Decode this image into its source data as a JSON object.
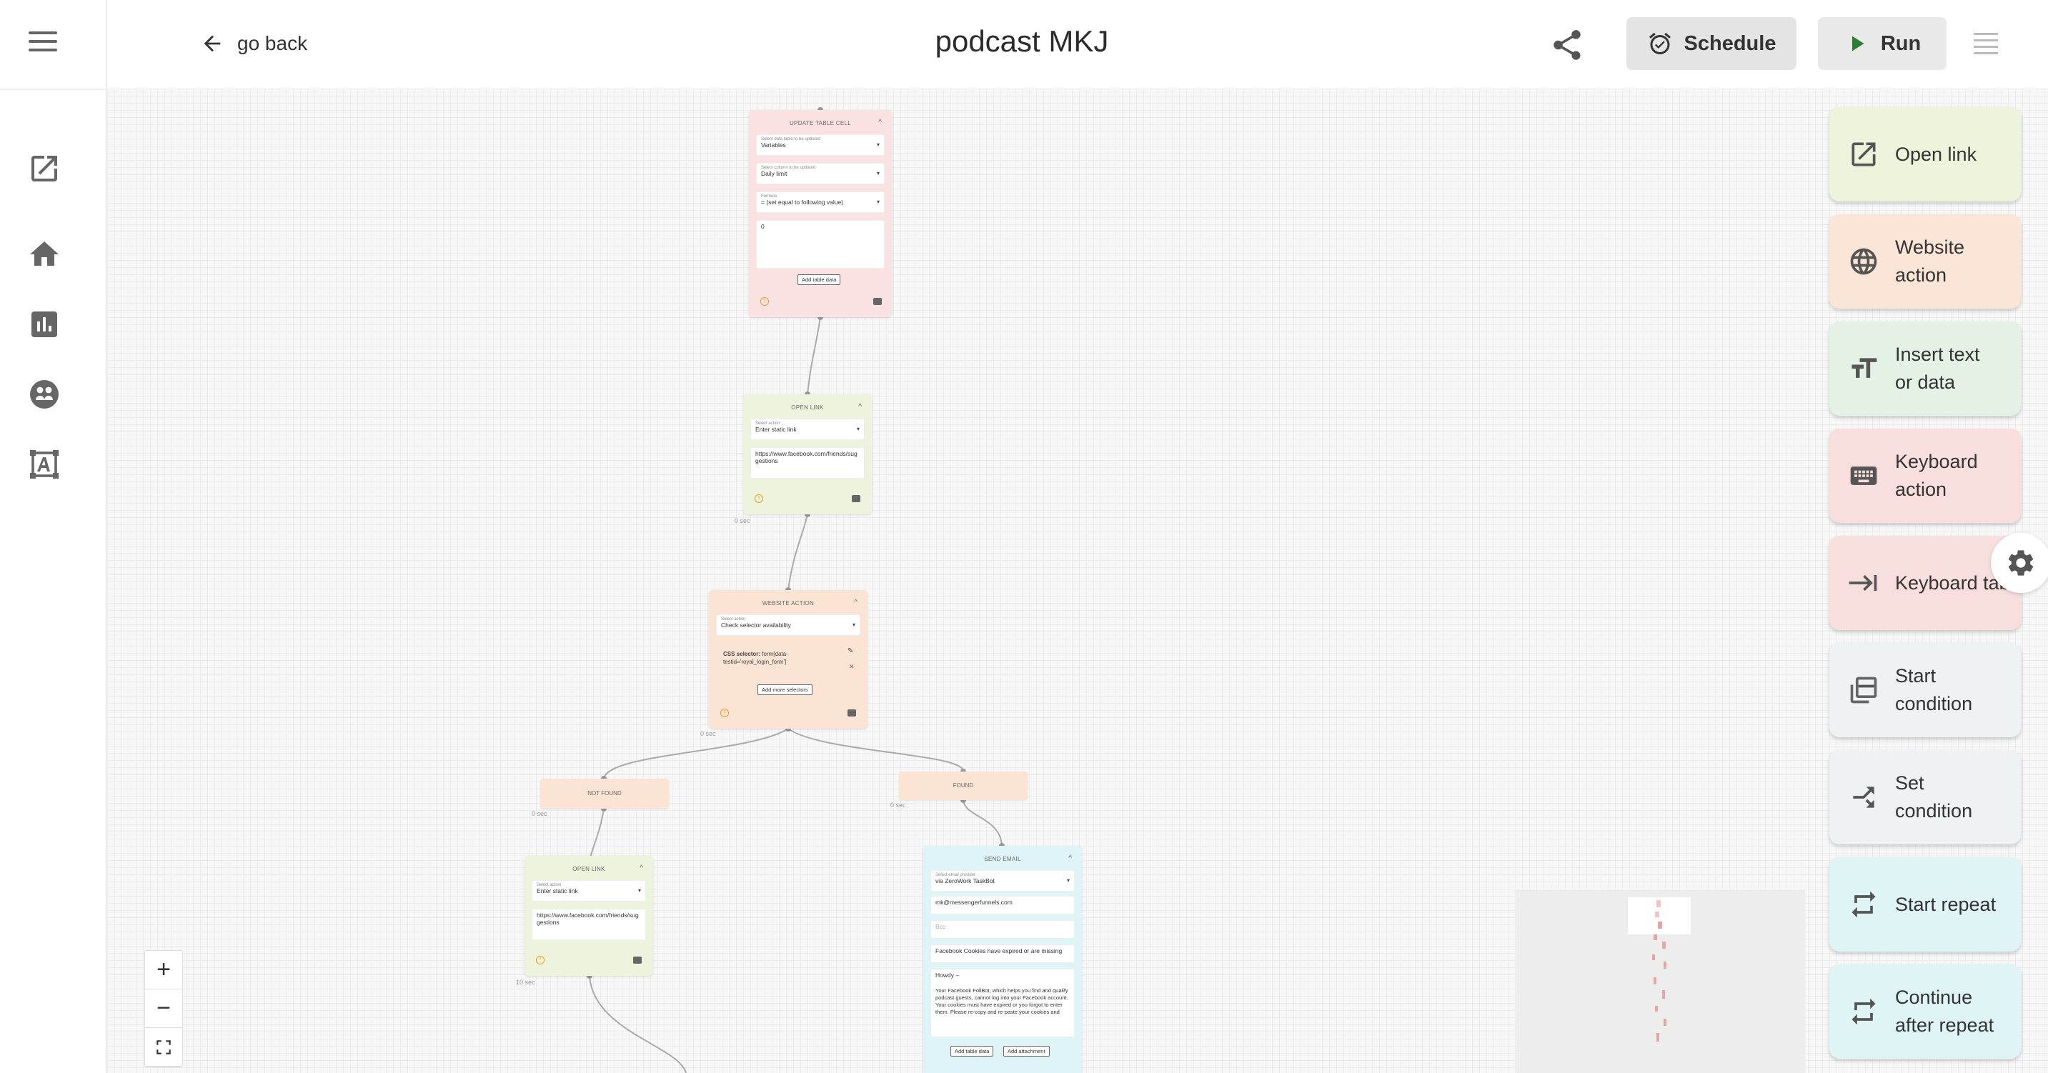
{
  "header": {
    "go_back_label": "go back",
    "title": "podcast MKJ",
    "schedule_label": "Schedule",
    "run_label": "Run"
  },
  "sidebar": {
    "items": [
      {
        "icon": "menu-icon"
      },
      {
        "icon": "open-external-icon"
      },
      {
        "icon": "home-icon"
      },
      {
        "icon": "bar-chart-icon"
      },
      {
        "icon": "group-icon"
      },
      {
        "icon": "text-select-icon"
      }
    ]
  },
  "palette": {
    "items": [
      {
        "label": "Open link",
        "icon": "open-link-icon",
        "color": "#eef3dc"
      },
      {
        "label": "Website\naction",
        "icon": "globe-icon",
        "color": "#fbe5d6"
      },
      {
        "label": "Insert text\nor data",
        "icon": "text-size-icon",
        "color": "#e3f2e4"
      },
      {
        "label": "Keyboard\naction",
        "icon": "keyboard-icon",
        "color": "#f9dede"
      },
      {
        "label": "Keyboard tab",
        "icon": "tab-arrow-icon",
        "color": "#f9dede"
      },
      {
        "label": "Start\ncondition",
        "icon": "layers-icon",
        "color": "#eef2f2"
      },
      {
        "label": "Set\ncondition",
        "icon": "branch-icon",
        "color": "#eef2f2"
      },
      {
        "label": "Start repeat",
        "icon": "repeat-icon",
        "color": "#dff4f4"
      },
      {
        "label": "Continue\nafter repeat",
        "icon": "repeat-icon",
        "color": "#dff4f4"
      }
    ]
  },
  "flow": {
    "update_table": {
      "title": "UPDATE TABLE CELL",
      "f1_label": "Select data table to be updated",
      "f1_value": "Variables",
      "f2_label": "Select column to be updated",
      "f2_value": "Daily limit",
      "f3_label": "Formula",
      "f3_value": "= (set equal to following value)",
      "textarea": "0",
      "button": "Add table data"
    },
    "open_link_1": {
      "title": "OPEN LINK",
      "f1_label": "Select action",
      "f1_value": "Enter static link",
      "url": "https://www.facebook.com/friends/suggestions",
      "sec": "0 sec"
    },
    "website_action": {
      "title": "WEBSITE ACTION",
      "f1_label": "Select action",
      "f1_value": "Check selector availability",
      "selector_label": "CSS selector:",
      "selector_value": "form[data-testid='royal_login_form']",
      "button": "Add more selectors",
      "sec": "0 sec"
    },
    "not_found": {
      "title": "NOT FOUND",
      "sec": "0 sec"
    },
    "found": {
      "title": "FOUND",
      "sec": "0 sec"
    },
    "open_link_2": {
      "title": "OPEN LINK",
      "f1_label": "Select action",
      "f1_value": "Enter static link",
      "url": "https://www.facebook.com/friends/suggestions",
      "sec": "10 sec"
    },
    "send_email": {
      "title": "SEND EMAIL",
      "f1_label": "Select email provider",
      "f1_value": "via ZeroWork TaskBot",
      "to": "mk@messengerfunnels.com",
      "bcc": "Bcc",
      "subject": "Facebook Cookies have expired or are missing",
      "body_greeting": "Howdy –",
      "body": "Your Facebook FollBot, which helps you find and qualify podcast guests, cannot log into your Facebook account. Your cookies must have expired or you forgot to enter them. Please re-copy and re-paste your cookies and",
      "btn1": "Add table data",
      "btn2": "Add attachment"
    }
  }
}
